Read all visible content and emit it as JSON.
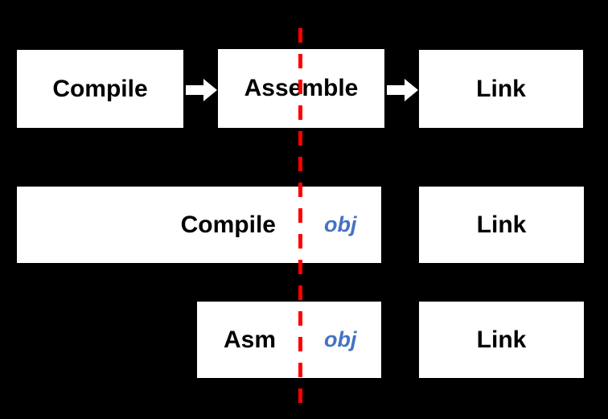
{
  "diagram": {
    "title": "Compilation toolchain stages split by object-file boundary",
    "background_color": "#000000",
    "box_fill_color": "#ffffff",
    "box_text_color": "#000000",
    "obj_text_color": "#4472C4",
    "divider_color": "#FF0000",
    "arrow_color": "#ffffff",
    "rows": [
      {
        "name": "full-pipeline",
        "boxes": [
          {
            "label": "Compile"
          },
          {
            "label": "Assemble"
          },
          {
            "label": "Link"
          }
        ],
        "arrows": [
          {
            "icon": "right-arrow-icon"
          },
          {
            "icon": "right-arrow-icon"
          }
        ]
      },
      {
        "name": "compile-direct-to-obj",
        "boxes": [
          {
            "label": "Compile",
            "obj": "obj"
          },
          {
            "label": "Link"
          }
        ]
      },
      {
        "name": "assemble-to-obj",
        "boxes": [
          {
            "label": "Asm",
            "obj": "obj"
          },
          {
            "label": "Link"
          }
        ]
      }
    ]
  }
}
